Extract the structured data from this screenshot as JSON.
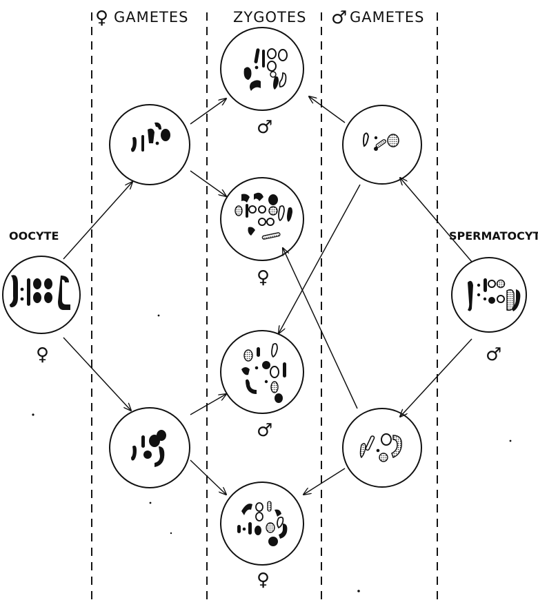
{
  "columns": {
    "female_gametes": "GAMETES",
    "zygotes": "ZYGOTES",
    "male_gametes": "GAMETES"
  },
  "header_symbols": {
    "female": "♀",
    "male": "♂"
  },
  "cells": {
    "oocyte": {
      "label": "OOCYTE",
      "sex": "♀"
    },
    "spermatocyte": {
      "label": "SPERMATOCYTE",
      "sex": "♂"
    },
    "zygote_1": {
      "sex": "♂"
    },
    "zygote_2": {
      "sex": "♀"
    },
    "zygote_3": {
      "sex": "♂"
    },
    "zygote_4": {
      "sex": "♀"
    }
  },
  "colors": {
    "ink": "#111111",
    "paper": "#ffffff"
  }
}
